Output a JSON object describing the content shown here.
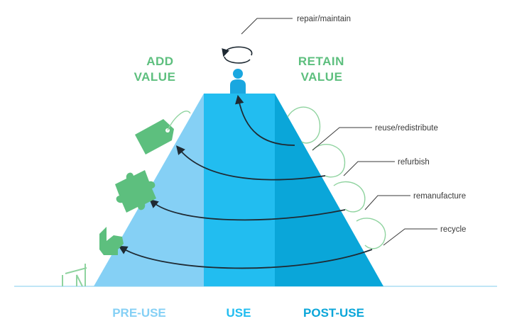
{
  "headings": {
    "add_value": [
      "ADD",
      "VALUE"
    ],
    "retain_value": [
      "RETAIN",
      "VALUE"
    ]
  },
  "callouts": {
    "repair": "repair/maintain",
    "reuse": "reuse/redistribute",
    "refurbish": "refurbish",
    "remanufacture": "remanufacture",
    "recycle": "recycle"
  },
  "phases": {
    "pre_use": "PRE-USE",
    "use": "USE",
    "post_use": "POST-USE"
  },
  "colors": {
    "pre_use": "#85d0f5",
    "use": "#22bdf0",
    "post_use": "#0aa6d9",
    "accent_green": "#5dbf7e",
    "arrow": "#1f2a33",
    "person": "#1aa7e0"
  },
  "icons": [
    "repair-cycle-icon",
    "person-icon",
    "price-tag-icon",
    "puzzle-piece-icon",
    "hand-icon",
    "oil-pump-icon"
  ]
}
